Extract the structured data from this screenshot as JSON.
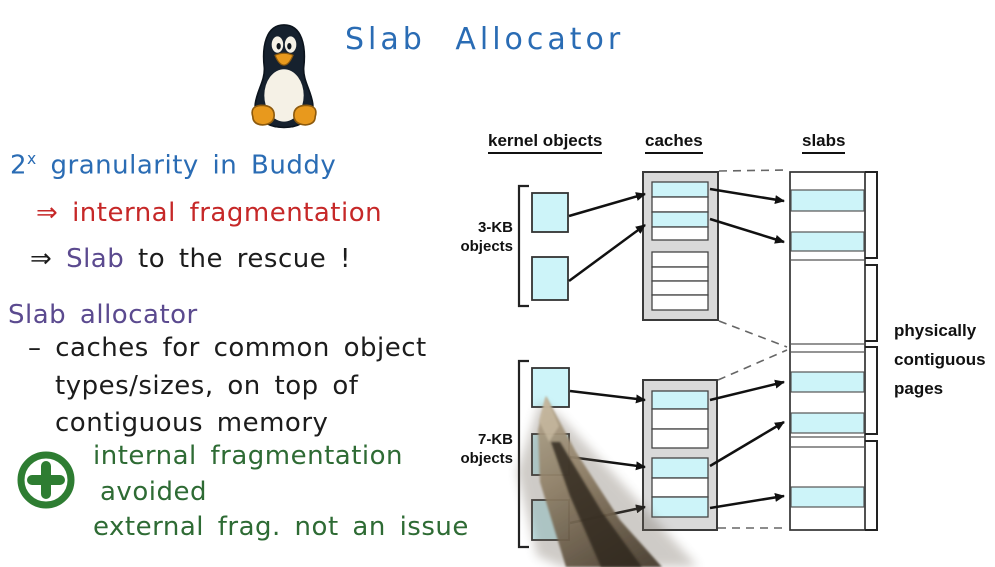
{
  "title": "Slab Allocator",
  "notes": {
    "line1": {
      "base": "2",
      "sup": "x",
      "rest": "granularity in Buddy"
    },
    "line2": {
      "arrow": "⇒",
      "text": "internal fragmentation"
    },
    "line3": {
      "arrow": "⇒",
      "highlight": "Slab",
      "rest": "to the rescue !"
    },
    "heading": "Slab allocator",
    "bullet1": "– caches for common object",
    "bullet2": "types/sizes, on top of",
    "bullet3": "contiguous memory",
    "pro1a": "internal fragmentation",
    "pro1b": "avoided",
    "pro2": "external frag. not an issue"
  },
  "diagram": {
    "headers": {
      "kernel_objects": "kernel objects",
      "caches": "caches",
      "slabs": "slabs"
    },
    "labels": {
      "group1_size": "3-KB",
      "group1_word": "objects",
      "group2_size": "7-KB",
      "group2_word": "objects",
      "pages1": "physically",
      "pages2": "contiguous",
      "pages3": "pages"
    }
  },
  "icons": {
    "penguin": "tux-penguin-icon",
    "plus": "plus-circle-icon",
    "pen": "stylus-pen"
  },
  "colors": {
    "cyan": "#cdf4f9",
    "cacheGray": "#d9d9d9",
    "titleBlue": "#2a6cb4",
    "noteRed": "#c62828",
    "notePurple": "#5b4a8f",
    "noteGreen": "#2e6b34",
    "ink": "#1c1c1c",
    "plusGreen": "#2e7d32",
    "lineDark": "#222222"
  }
}
